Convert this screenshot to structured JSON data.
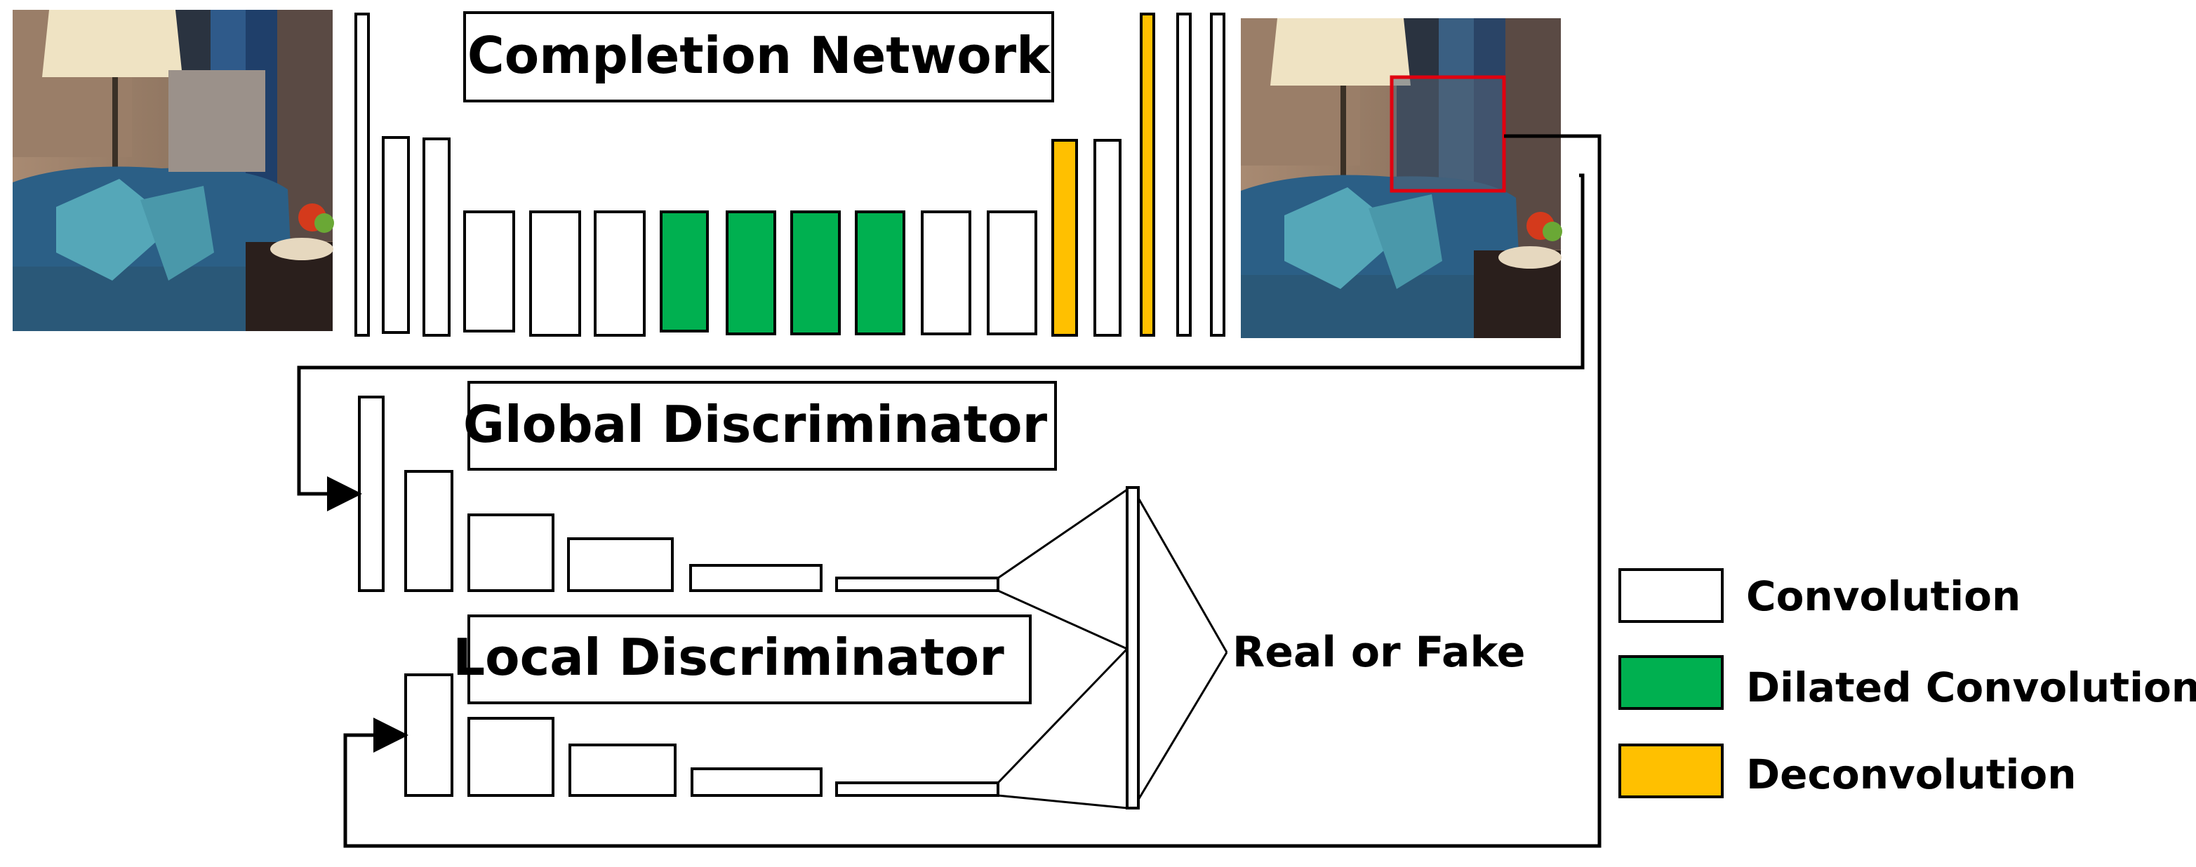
{
  "titles": {
    "completion": "Completion Network",
    "global": "Global Discriminator",
    "local": "Local Discriminator"
  },
  "output_label": "Real or Fake",
  "legend": {
    "convolution": "Convolution",
    "dilated": "Dilated Convolution",
    "deconvolution": "Deconvolution"
  },
  "colors": {
    "convolution": "#ffffff",
    "dilated": "#00b050",
    "deconvolution": "#ffc000",
    "stroke": "#000000",
    "highlight": "#e0000f"
  },
  "images": {
    "input": "input-image-with-masked-region",
    "output": "completed-output-image"
  }
}
